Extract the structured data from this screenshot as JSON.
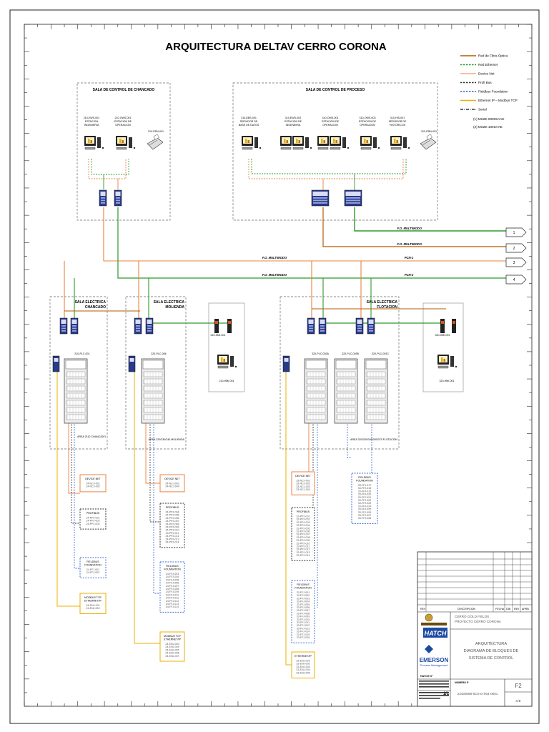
{
  "title": "ARQUITECTURA DELTAV CERRO CORONA",
  "legend": [
    {
      "label": "Red de Fibra Óptica",
      "color": "#b35a00",
      "style": "solid"
    },
    {
      "label": "Red Ethernet",
      "color": "#2a9a2a",
      "style": "dash"
    },
    {
      "label": "Device Net",
      "color": "#e88040",
      "style": "solid-thin"
    },
    {
      "label": "Profi Bus",
      "color": "#333333",
      "style": "dash"
    },
    {
      "label": "Fieldbus Foundation",
      "color": "#3a6ad0",
      "style": "dash"
    },
    {
      "label": "Ethernet IP – Modbus TCP",
      "color": "#e8b000",
      "style": "solid"
    },
    {
      "label": "Serial",
      "color": "#333333",
      "style": "dashdot"
    }
  ],
  "legend_notes": [
    "(1) MS2E-0000SAAE",
    "(2) MS2E-100SAAE"
  ],
  "rooms": {
    "chancado_control": "SALA DE CONTROL DE CHANCADO",
    "proceso_control": "SALA DE CONTROL DE PROCESO",
    "elec_chancado": [
      "SALA ELECTRICA",
      "CHANCADO"
    ],
    "elec_molienda": [
      "SALA ELECTRICA",
      "MOLIENDA"
    ],
    "elec_flotacion": [
      "SALA ELECTRICA",
      "FLOTACION"
    ]
  },
  "stations": [
    {
      "tag": "210-EWS-001",
      "desc": [
        "ESTACION",
        "INGENIERIA"
      ]
    },
    {
      "tag": "210-OWS-001",
      "desc": [
        "ESTACION DE",
        "OPERACION"
      ]
    },
    {
      "tag": "210-PRN-001",
      "desc": []
    },
    {
      "tag": "310-DBS-001",
      "desc": [
        "SERVIDOR DE",
        "BASE DE DATOS"
      ]
    },
    {
      "tag": "310-EWS-002",
      "desc": [
        "ESTACION DE",
        "INGENIERIA"
      ]
    },
    {
      "tag": "310-OWS-001",
      "desc": [
        "ESTACION DE",
        "OPERACION"
      ]
    },
    {
      "tag": "310-OWS-003",
      "desc": [
        "ESTACION DE",
        "OPERACION"
      ]
    },
    {
      "tag": "310-HIS-001",
      "desc": [
        "SERVIDOR DE",
        "HISTORICOS"
      ]
    },
    {
      "tag": "310-PRN-001",
      "desc": []
    }
  ],
  "buses": {
    "fo1": "F.O. MULTIMODO",
    "fo2": "F.O. MULTIMODO",
    "fo3": "F.O. MULTIMODO",
    "fo4": "F.O. MULTIMODO",
    "pcn1": "PCN-1",
    "pcn2": "PCN-2"
  },
  "offpage": [
    "1",
    "2",
    "3",
    "4"
  ],
  "controllers": {
    "c1": "210-PLC-001",
    "c2": "220-PLC-006",
    "c3": "320-PLC-003A",
    "c4": "320-PLC-003B",
    "c5": "320-PLC-003C",
    "hmi_mol": "210-HMI-001",
    "hmi_flot": "320-HMI-001",
    "rack1": "AREA 2110 CHANCADO",
    "rack2": "AREA 220/230/240 MOLIENDA",
    "rack3": "AREA 320/330/340/350/370 FLOTACION"
  },
  "fieldboxes": {
    "dn1": {
      "title": "DEVICE NET",
      "items": [
        "24-NCJ-001",
        "24-NCJ-002"
      ]
    },
    "pb1": {
      "title": "PROFIBUS",
      "items": [
        "24-PPJ-001",
        "24-PPJ-002",
        "24-PPJ-003"
      ]
    },
    "ff1": {
      "title": "FIELDBUS FOUNDATION",
      "items": [
        "24-FFJ-001",
        "24-FFJ-002"
      ]
    },
    "mb1": {
      "title": "MODBUS TCP ETHERNET/IP",
      "items": [
        "24-ENJ-001",
        "24-ENJ-002"
      ]
    },
    "dn2": {
      "title": "DEVICE NET",
      "items": [
        "24-NCJ-003",
        "24-NCJ-004"
      ]
    },
    "pb2": {
      "title": "PROFIBUS",
      "items": [
        "24-PPJ-004",
        "24-PPJ-005",
        "24-PPJ-006",
        "24-PPJ-007",
        "24-PPJ-008",
        "24-PPJ-009",
        "24-PPJ-010",
        "24-PPJ-011",
        "24-PPJ-012",
        "24-PPJ-013",
        "24-PPJ-014"
      ]
    },
    "ff2": {
      "title": "FIELDBUS FOUNDATION",
      "items": [
        "24-FFJ-003",
        "24-FFJ-004",
        "24-FFJ-005",
        "24-FFJ-006",
        "24-FFJ-007",
        "24-FFJ-008",
        "24-FFJ-009",
        "24-FFJ-010",
        "24-FFJ-011",
        "24-FFJ-012",
        "24-FFJ-013",
        "24-FFJ-014"
      ]
    },
    "mb2": {
      "title": "MODBUS TCP ETHERNET/IP",
      "items": [
        "24-ENJ-003",
        "24-ENJ-004",
        "24-ENJ-005",
        "24-ENJ-006",
        "24-ENJ-007"
      ]
    },
    "dn3": {
      "title": "DEVICE NET",
      "items": [
        "33-NCJ-001",
        "33-NCJ-002",
        "33-NCJ-003",
        "33-NCJ-004"
      ]
    },
    "pb3": {
      "title": "PROFIBUS",
      "items": [
        "33-PPJ-001",
        "33-PPJ-002",
        "33-PPJ-003",
        "33-PPJ-004",
        "33-PPJ-005",
        "33-PPJ-006",
        "33-PPJ-007",
        "33-PPJ-008",
        "33-PPJ-009",
        "33-PPJ-010",
        "33-PPJ-011",
        "33-PPJ-012",
        "33-PPJ-013",
        "33-PPJ-014"
      ]
    },
    "ff3": {
      "title": "FIELDBUS FOUNDATION",
      "items": [
        "33-FFJ-001",
        "33-FFJ-002",
        "33-FFJ-003",
        "33-FFJ-004",
        "33-FFJ-005",
        "33-FFJ-006",
        "33-FFJ-007",
        "33-FFJ-008",
        "33-FFJ-009",
        "33-FFJ-010",
        "33-FFJ-011",
        "33-FFJ-012",
        "33-FFJ-013",
        "33-FFJ-014",
        "33-FFJ-015",
        "33-FFJ-016"
      ]
    },
    "ff4": {
      "title": "FIELDBUS FOUNDATION",
      "items": [
        "33-FFJ-017",
        "33-FFJ-018",
        "33-FFJ-019",
        "33-FFJ-020",
        "33-FFJ-021",
        "33-FFJ-022",
        "33-FFJ-023",
        "33-FFJ-024",
        "33-FFJ-025",
        "33-FFJ-026",
        "33-FFJ-027",
        "33-FFJ-028"
      ]
    },
    "mb3": {
      "title": "ETHERNET/IP",
      "items": [
        "33-ENJ-001",
        "33-ENJ-002",
        "33-ENJ-003",
        "33-ENJ-004",
        "33-ENJ-005"
      ]
    }
  },
  "titleblock": {
    "rev_headers": [
      "REV",
      "DESCRIPCION",
      "FECHA",
      "DIB",
      "REV",
      "APRB"
    ],
    "company_hatch": "HATCH",
    "company_emerson": "EMERSON",
    "company_emerson_sub": "Process Management",
    "project": [
      "CERRO GOLD FIELDS",
      "PROYECTO CERRO CORONA"
    ],
    "drawing_title": [
      "ARQUITECTURA",
      "DIAGRAMA DE BLOQUES DE",
      "SISTEMA DE CONTROL"
    ],
    "drawing_number": "23430089-0CS-D-004-0001",
    "sheet": "1/1",
    "revision": "F2",
    "scale": "S/E",
    "hatch_no": "HATCH N°",
    "hatch_no_label": "NUMERO P"
  },
  "colors": {
    "fiber": "#b35a00",
    "ethernet": "#2a9a2a",
    "devicenet": "#e88040",
    "fieldbus": "#3a6ad0",
    "modbus": "#e8b000",
    "gray": "#555555"
  }
}
